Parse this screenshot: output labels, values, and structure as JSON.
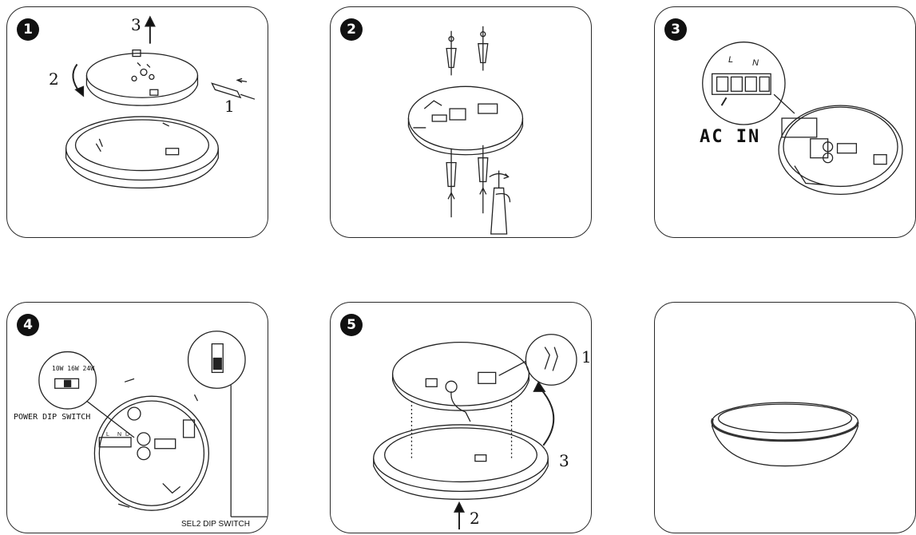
{
  "steps": [
    {
      "badge": "1",
      "labels": [
        "3",
        "2",
        "1"
      ]
    },
    {
      "badge": "2"
    },
    {
      "badge": "3",
      "labels": [
        "L",
        "N",
        "AC IN"
      ]
    },
    {
      "badge": "4",
      "labels": [
        "10W 16W 24W",
        "POWER DIP SWITCH",
        "SEL2 DIP SWITCH",
        "L",
        "N",
        "D"
      ]
    },
    {
      "badge": "5",
      "labels": [
        "1",
        "3",
        "2"
      ]
    },
    {
      "badge": ""
    }
  ]
}
